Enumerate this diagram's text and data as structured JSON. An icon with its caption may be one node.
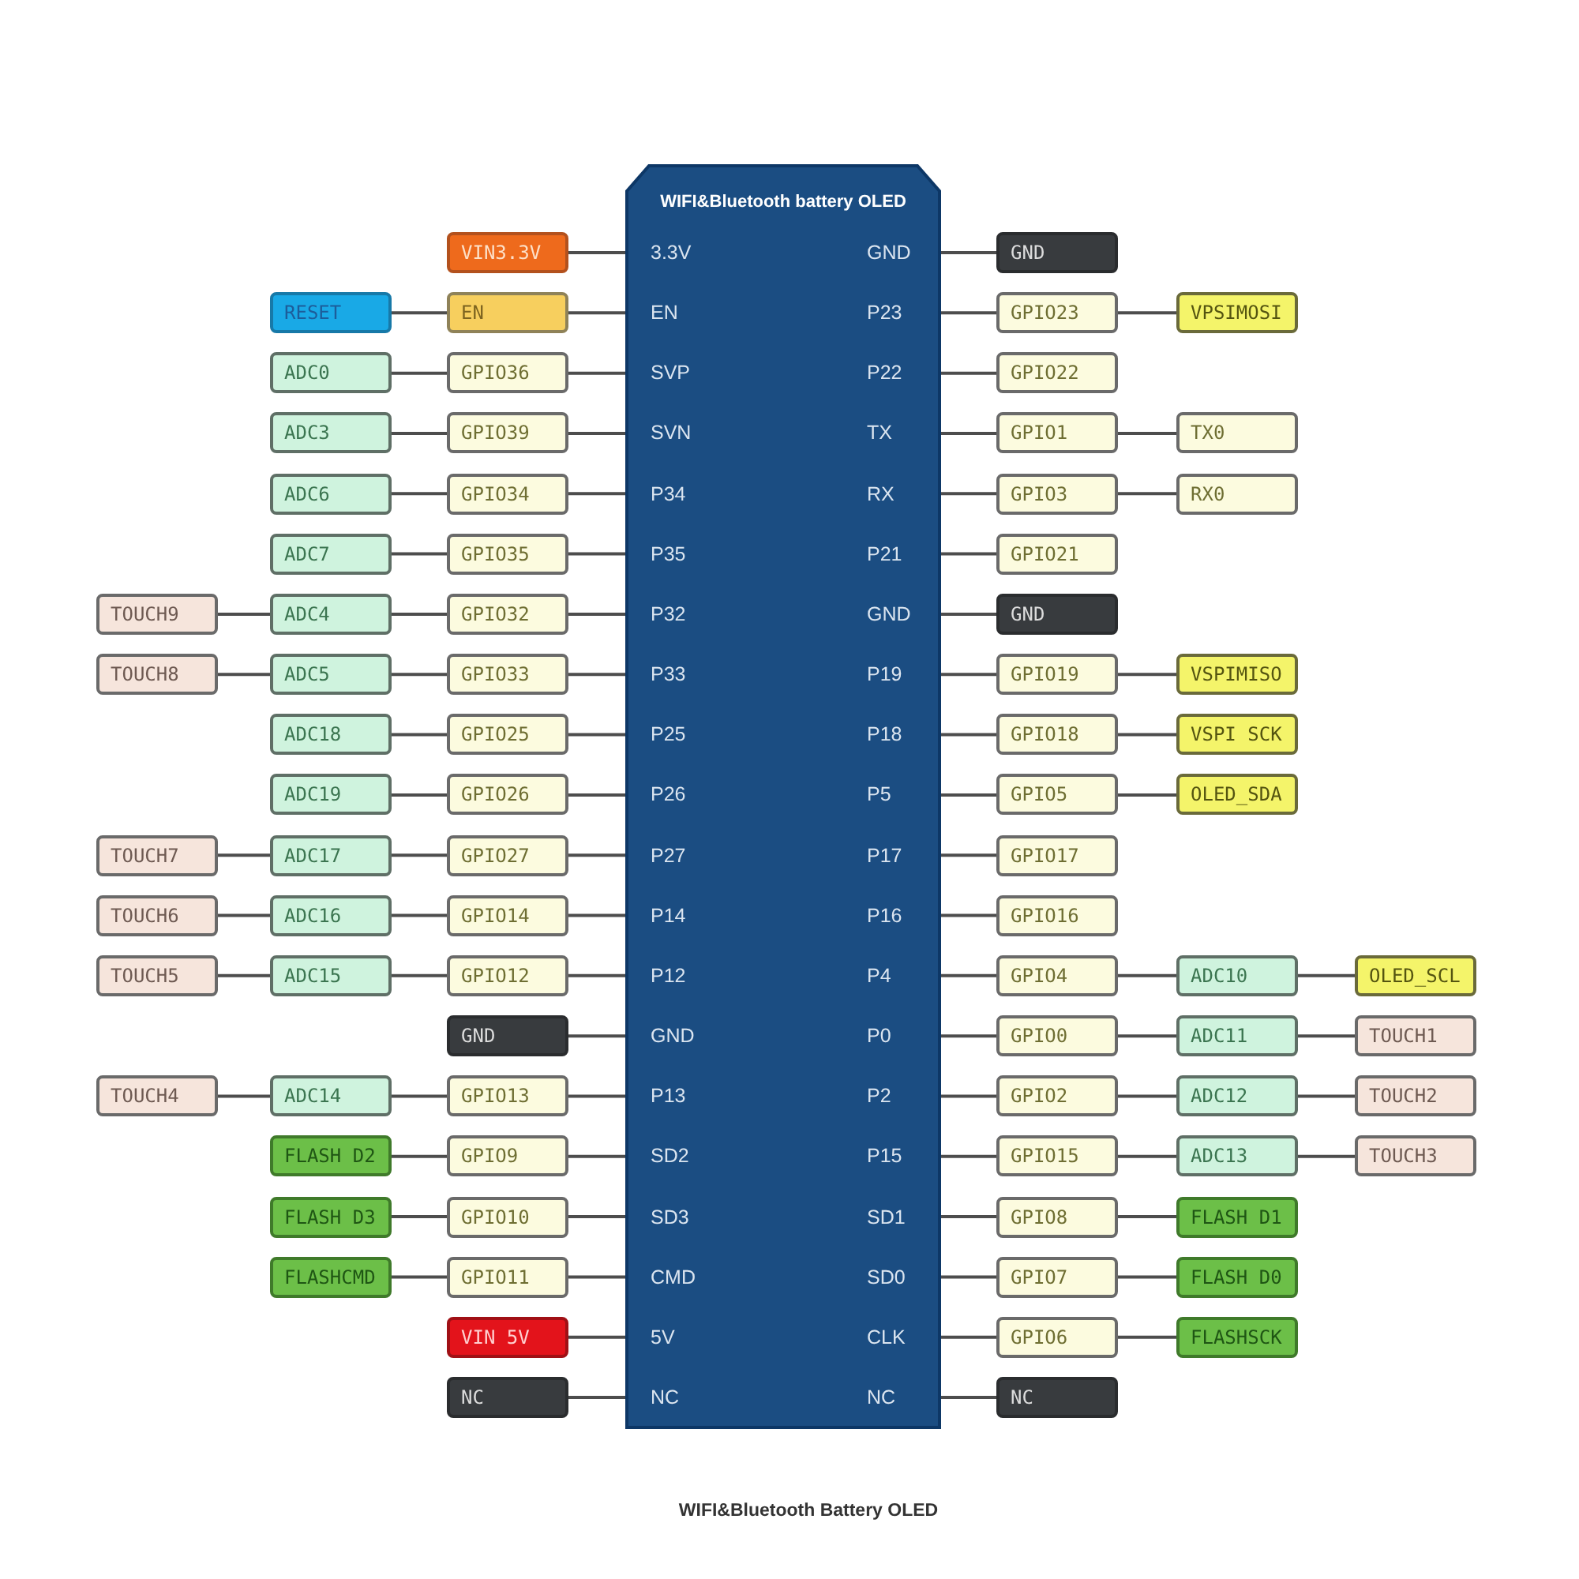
{
  "diagram": {
    "caption": "WIFI&Bluetooth Battery OLED",
    "nodes": [
      {
        "text": [
          "WIFI&Bluetooth battery OLED"
        ]
      },
      {
        "text": [
          "VIN3.3V"
        ]
      },
      {
        "text": [
          "3.3V"
        ],
        "in": 0
      },
      {
        "text": [
          "GND"
        ],
        "in": 0
      },
      {
        "text": [
          "GND"
        ]
      },
      {
        "text": [
          "RESET"
        ]
      },
      {
        "text": [
          "EN"
        ]
      },
      {
        "text": [
          "EN"
        ],
        "in": 0
      },
      {
        "text": [
          "P23"
        ],
        "in": 0
      },
      {
        "text": [
          "GPIO23"
        ]
      },
      {
        "text": [
          "VPSIMOSI"
        ]
      },
      {
        "text": [
          "ADC0"
        ]
      },
      {
        "text": [
          "GPIO36"
        ]
      },
      {
        "text": [
          "SVP"
        ],
        "in": 0
      },
      {
        "text": [
          "P22"
        ],
        "in": 0
      },
      {
        "text": [
          "GPIO22"
        ]
      },
      {
        "text": [
          "ADC3"
        ]
      },
      {
        "text": [
          "GPIO39"
        ]
      },
      {
        "text": [
          "SVN"
        ],
        "in": 0
      },
      {
        "text": [
          "TX"
        ],
        "in": 0
      },
      {
        "text": [
          "GPIO1"
        ]
      },
      {
        "text": [
          "TX0"
        ]
      },
      {
        "text": [
          "ADC6"
        ]
      },
      {
        "text": [
          "GPIO34"
        ]
      },
      {
        "text": [
          "P34"
        ],
        "in": 0
      },
      {
        "text": [
          "RX"
        ],
        "in": 0
      },
      {
        "text": [
          "GPIO3"
        ]
      },
      {
        "text": [
          "RX0"
        ]
      },
      {
        "text": [
          "ADC7"
        ]
      },
      {
        "text": [
          "GPIO35"
        ]
      },
      {
        "text": [
          "P35"
        ],
        "in": 0
      },
      {
        "text": [
          "P21"
        ],
        "in": 0
      },
      {
        "text": [
          "GPIO21"
        ]
      },
      {
        "text": [
          "TOUCH9"
        ]
      },
      {
        "text": [
          "ADC4"
        ]
      },
      {
        "text": [
          "GPIO32"
        ]
      },
      {
        "text": [
          "P32"
        ],
        "in": 0
      },
      {
        "text": [
          "GND"
        ],
        "in": 0
      },
      {
        "text": [
          "GND"
        ]
      },
      {
        "text": [
          "TOUCH8"
        ]
      },
      {
        "text": [
          "ADC5"
        ]
      },
      {
        "text": [
          "GPIO33"
        ]
      },
      {
        "text": [
          "P33"
        ],
        "in": 0
      },
      {
        "text": [
          "P19"
        ],
        "in": 0
      },
      {
        "text": [
          "GPIO19"
        ]
      },
      {
        "text": [
          "VSPIMISO"
        ]
      },
      {
        "text": [
          "ADC18"
        ]
      },
      {
        "text": [
          "GPIO25"
        ]
      },
      {
        "text": [
          "P25"
        ],
        "in": 0
      },
      {
        "text": [
          "P18"
        ],
        "in": 0
      },
      {
        "text": [
          "GPIO18"
        ]
      },
      {
        "text": [
          "VSPI SCK"
        ]
      },
      {
        "text": [
          "ADC19"
        ]
      },
      {
        "text": [
          "GPIO26"
        ]
      },
      {
        "text": [
          "P26"
        ],
        "in": 0
      },
      {
        "text": [
          "P5"
        ],
        "in": 0
      },
      {
        "text": [
          "GPIO5"
        ]
      },
      {
        "text": [
          "OLED_SDA"
        ]
      },
      {
        "text": [
          "TOUCH7"
        ]
      },
      {
        "text": [
          "ADC17"
        ]
      },
      {
        "text": [
          "GPIO27"
        ]
      },
      {
        "text": [
          "P27"
        ],
        "in": 0
      },
      {
        "text": [
          "P17"
        ],
        "in": 0
      },
      {
        "text": [
          "GPIO17"
        ]
      },
      {
        "text": [
          "TOUCH6"
        ]
      },
      {
        "text": [
          "ADC16"
        ]
      },
      {
        "text": [
          "GPIO14"
        ]
      },
      {
        "text": [
          "P14"
        ],
        "in": 0
      },
      {
        "text": [
          "P16"
        ],
        "in": 0
      },
      {
        "text": [
          "GPIO16"
        ]
      },
      {
        "text": [
          "TOUCH5"
        ]
      },
      {
        "text": [
          "ADC15"
        ]
      },
      {
        "text": [
          "GPIO12"
        ]
      },
      {
        "text": [
          "P12"
        ],
        "in": 0
      },
      {
        "text": [
          "P4"
        ],
        "in": 0
      },
      {
        "text": [
          "GPIO4"
        ]
      },
      {
        "text": [
          "ADC10"
        ]
      },
      {
        "text": [
          "OLED_SCL"
        ]
      },
      {
        "text": [
          "GND"
        ]
      },
      {
        "text": [
          "GND"
        ],
        "in": 0
      },
      {
        "text": [
          "P0"
        ],
        "in": 0
      },
      {
        "text": [
          "GPIO0"
        ]
      },
      {
        "text": [
          "ADC11"
        ]
      },
      {
        "text": [
          "TOUCH1"
        ]
      },
      {
        "text": [
          "TOUCH4"
        ]
      },
      {
        "text": [
          "ADC14"
        ]
      },
      {
        "text": [
          "GPIO13"
        ]
      },
      {
        "text": [
          "P13"
        ],
        "in": 0
      },
      {
        "text": [
          "P2"
        ],
        "in": 0
      },
      {
        "text": [
          "GPIO2"
        ]
      },
      {
        "text": [
          "ADC12"
        ]
      },
      {
        "text": [
          "TOUCH2"
        ]
      },
      {
        "text": [
          "FLASH D2"
        ]
      },
      {
        "text": [
          "GPIO9"
        ]
      },
      {
        "text": [
          "SD2"
        ],
        "in": 0
      },
      {
        "text": [
          "P15"
        ],
        "in": 0
      },
      {
        "text": [
          "GPIO15"
        ]
      },
      {
        "text": [
          "ADC13"
        ]
      },
      {
        "text": [
          "TOUCH3"
        ]
      },
      {
        "text": [
          "FLASH D3"
        ]
      },
      {
        "text": [
          "GPIO10"
        ]
      },
      {
        "text": [
          "SD3"
        ],
        "in": 0
      },
      {
        "text": [
          "SD1"
        ],
        "in": 0
      },
      {
        "text": [
          "GPIO8"
        ]
      },
      {
        "text": [
          "FLASH D1"
        ]
      },
      {
        "text": [
          "FLASHCMD"
        ]
      },
      {
        "text": [
          "GPIO11"
        ]
      },
      {
        "text": [
          "CMD"
        ],
        "in": 0
      },
      {
        "text": [
          "SD0"
        ],
        "in": 0
      },
      {
        "text": [
          "GPIO7"
        ]
      },
      {
        "text": [
          "FLASH D0"
        ]
      },
      {
        "text": [
          "VIN 5V"
        ]
      },
      {
        "text": [
          "5V"
        ],
        "in": 0
      },
      {
        "text": [
          "CLK"
        ],
        "in": 0
      },
      {
        "text": [
          "GPIO6"
        ]
      },
      {
        "text": [
          "FLASHSCK"
        ]
      },
      {
        "text": [
          "NC"
        ]
      },
      {
        "text": [
          "NC"
        ],
        "in": 0
      },
      {
        "text": [
          "NC"
        ],
        "in": 0
      },
      {
        "text": [
          "NC"
        ]
      }
    ],
    "edges": [
      {
        "from": 2,
        "to": 1,
        "arrow": "none"
      },
      {
        "from": 3,
        "to": 4,
        "arrow": "none"
      },
      {
        "from": 7,
        "to": 6,
        "arrow": "none"
      },
      {
        "from": 6,
        "to": 5,
        "arrow": "none"
      },
      {
        "from": 8,
        "to": 9,
        "arrow": "none"
      },
      {
        "from": 9,
        "to": 10,
        "arrow": "none"
      },
      {
        "from": 13,
        "to": 12,
        "arrow": "none"
      },
      {
        "from": 12,
        "to": 11,
        "arrow": "none"
      },
      {
        "from": 14,
        "to": 15,
        "arrow": "none"
      },
      {
        "from": 18,
        "to": 17,
        "arrow": "none"
      },
      {
        "from": 17,
        "to": 16,
        "arrow": "none"
      },
      {
        "from": 19,
        "to": 20,
        "arrow": "none"
      },
      {
        "from": 20,
        "to": 21,
        "arrow": "none"
      },
      {
        "from": 24,
        "to": 23,
        "arrow": "none"
      },
      {
        "from": 23,
        "to": 22,
        "arrow": "none"
      },
      {
        "from": 25,
        "to": 26,
        "arrow": "none"
      },
      {
        "from": 26,
        "to": 27,
        "arrow": "none"
      },
      {
        "from": 30,
        "to": 29,
        "arrow": "none"
      },
      {
        "from": 29,
        "to": 28,
        "arrow": "none"
      },
      {
        "from": 31,
        "to": 32,
        "arrow": "none"
      },
      {
        "from": 36,
        "to": 35,
        "arrow": "none"
      },
      {
        "from": 35,
        "to": 34,
        "arrow": "none"
      },
      {
        "from": 34,
        "to": 33,
        "arrow": "none"
      },
      {
        "from": 37,
        "to": 38,
        "arrow": "none"
      },
      {
        "from": 42,
        "to": 41,
        "arrow": "none"
      },
      {
        "from": 41,
        "to": 40,
        "arrow": "none"
      },
      {
        "from": 40,
        "to": 39,
        "arrow": "none"
      },
      {
        "from": 43,
        "to": 44,
        "arrow": "none"
      },
      {
        "from": 44,
        "to": 45,
        "arrow": "none"
      },
      {
        "from": 48,
        "to": 47,
        "arrow": "none"
      },
      {
        "from": 47,
        "to": 46,
        "arrow": "none"
      },
      {
        "from": 49,
        "to": 50,
        "arrow": "none"
      },
      {
        "from": 50,
        "to": 51,
        "arrow": "none"
      },
      {
        "from": 54,
        "to": 53,
        "arrow": "none"
      },
      {
        "from": 53,
        "to": 52,
        "arrow": "none"
      },
      {
        "from": 55,
        "to": 56,
        "arrow": "none"
      },
      {
        "from": 56,
        "to": 57,
        "arrow": "none"
      },
      {
        "from": 61,
        "to": 60,
        "arrow": "none"
      },
      {
        "from": 60,
        "to": 59,
        "arrow": "none"
      },
      {
        "from": 59,
        "to": 58,
        "arrow": "none"
      },
      {
        "from": 62,
        "to": 63,
        "arrow": "none"
      },
      {
        "from": 67,
        "to": 66,
        "arrow": "none"
      },
      {
        "from": 66,
        "to": 65,
        "arrow": "none"
      },
      {
        "from": 65,
        "to": 64,
        "arrow": "none"
      },
      {
        "from": 68,
        "to": 69,
        "arrow": "none"
      },
      {
        "from": 73,
        "to": 72,
        "arrow": "none"
      },
      {
        "from": 72,
        "to": 71,
        "arrow": "none"
      },
      {
        "from": 71,
        "to": 70,
        "arrow": "none"
      },
      {
        "from": 74,
        "to": 75,
        "arrow": "none"
      },
      {
        "from": 75,
        "to": 76,
        "arrow": "none"
      },
      {
        "from": 76,
        "to": 77,
        "arrow": "none"
      },
      {
        "from": 79,
        "to": 78,
        "arrow": "none"
      },
      {
        "from": 80,
        "to": 81,
        "arrow": "none"
      },
      {
        "from": 81,
        "to": 82,
        "arrow": "none"
      },
      {
        "from": 82,
        "to": 83,
        "arrow": "none"
      },
      {
        "from": 87,
        "to": 86,
        "arrow": "none"
      },
      {
        "from": 86,
        "to": 85,
        "arrow": "none"
      },
      {
        "from": 85,
        "to": 84,
        "arrow": "none"
      },
      {
        "from": 88,
        "to": 89,
        "arrow": "none"
      },
      {
        "from": 89,
        "to": 90,
        "arrow": "none"
      },
      {
        "from": 90,
        "to": 91,
        "arrow": "none"
      },
      {
        "from": 94,
        "to": 93,
        "arrow": "none"
      },
      {
        "from": 93,
        "to": 92,
        "arrow": "none"
      },
      {
        "from": 95,
        "to": 96,
        "arrow": "none"
      },
      {
        "from": 96,
        "to": 97,
        "arrow": "none"
      },
      {
        "from": 97,
        "to": 98,
        "arrow": "none"
      },
      {
        "from": 101,
        "to": 100,
        "arrow": "none"
      },
      {
        "from": 100,
        "to": 99,
        "arrow": "none"
      },
      {
        "from": 102,
        "to": 103,
        "arrow": "none"
      },
      {
        "from": 103,
        "to": 104,
        "arrow": "none"
      },
      {
        "from": 107,
        "to": 106,
        "arrow": "none"
      },
      {
        "from": 106,
        "to": 105,
        "arrow": "none"
      },
      {
        "from": 108,
        "to": 109,
        "arrow": "none"
      },
      {
        "from": 109,
        "to": 110,
        "arrow": "none"
      },
      {
        "from": 112,
        "to": 111,
        "arrow": "none"
      },
      {
        "from": 113,
        "to": 114,
        "arrow": "none"
      },
      {
        "from": 114,
        "to": 115,
        "arrow": "none"
      },
      {
        "from": 117,
        "to": 116,
        "arrow": "none"
      },
      {
        "from": 118,
        "to": 119,
        "arrow": "none"
      }
    ]
  }
}
